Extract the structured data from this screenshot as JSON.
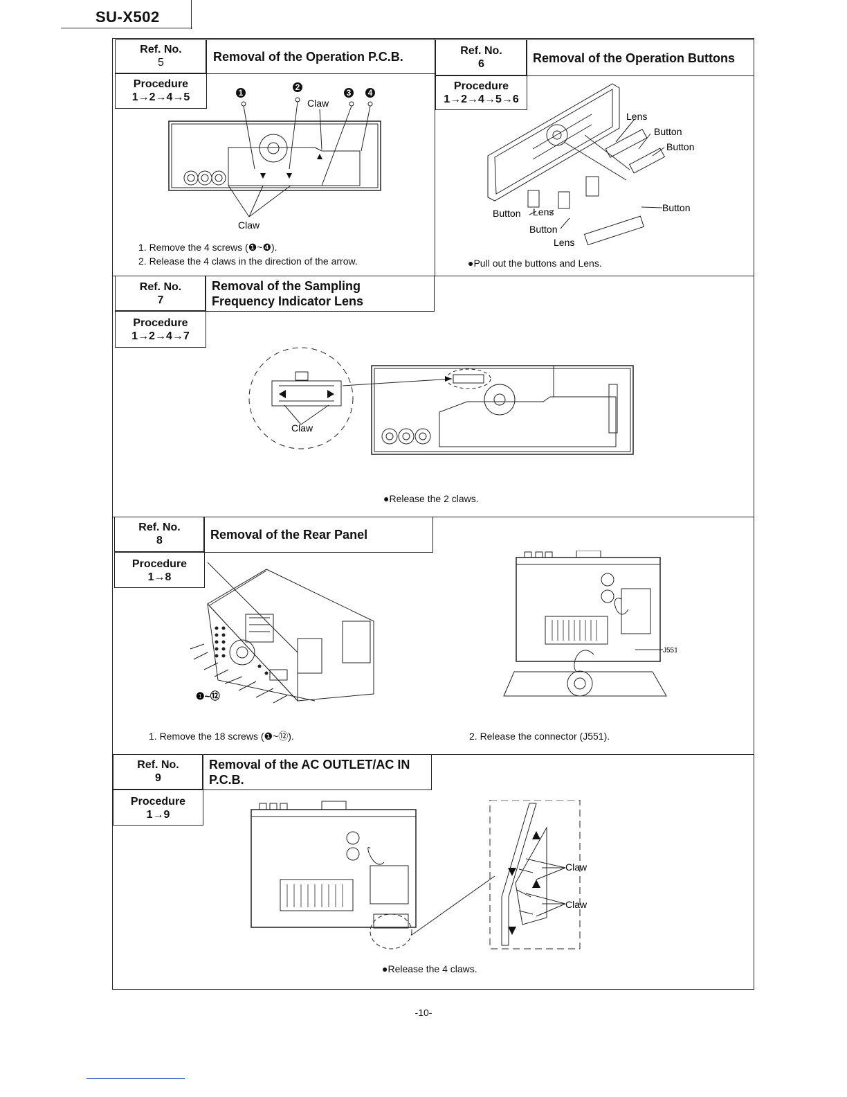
{
  "header": {
    "model": "SU-X502"
  },
  "sections": {
    "s5": {
      "ref_label": "Ref. No.",
      "ref_no": "5",
      "title": "Removal of the Operation P.C.B.",
      "proc_label": "Procedure",
      "proc": "1→2→4→5",
      "diagram": {
        "claw_top": "Claw",
        "claw_bottom": "Claw",
        "screw_nums": [
          "1",
          "2",
          "3",
          "4"
        ]
      },
      "steps": [
        "1.  Remove the 4 screws (❶~❹).",
        "2.  Release the 4 claws in the direction of the arrow."
      ]
    },
    "s6": {
      "ref_label": "Ref. No.",
      "ref_no": "6",
      "title": "Removal of the Operation Buttons",
      "proc_label": "Procedure",
      "proc": "1→2→4→5→6",
      "diagram": {
        "lens_1": "Lens",
        "button_1": "Button",
        "button_2": "Button",
        "button_3": "Button",
        "lens_2": "Lens",
        "button_4": "Button",
        "lens_3": "Lens",
        "button_5": "Button"
      },
      "note": "●Pull out the buttons and Lens."
    },
    "s7": {
      "ref_label": "Ref. No.",
      "ref_no": "7",
      "title_line1": "Removal of the Sampling",
      "title_line2": "Frequency Indicator Lens",
      "proc_label": "Procedure",
      "proc": "1→2→4→7",
      "diagram": {
        "claw": "Claw"
      },
      "note": "●Release the 2 claws."
    },
    "s8": {
      "ref_label": "Ref. No.",
      "ref_no": "8",
      "title": "Removal of the Rear Panel",
      "proc_label": "Procedure",
      "proc": "1→8",
      "diagram": {
        "screw_range": "❶~⑫",
        "connector": "J551"
      },
      "step1": "1.  Remove the 18 screws (❶~⑫).",
      "step2": "2.  Release the connector (J551)."
    },
    "s9": {
      "ref_label": "Ref. No.",
      "ref_no": "9",
      "title_line1": "Removal of the AC OUTLET/AC IN",
      "title_line2": "P.C.B.",
      "proc_label": "Procedure",
      "proc": "1→9",
      "diagram": {
        "claw_1": "Claw",
        "claw_2": "Claw"
      },
      "note": "●Release the 4 claws."
    }
  },
  "footer": {
    "page": "-10-"
  }
}
